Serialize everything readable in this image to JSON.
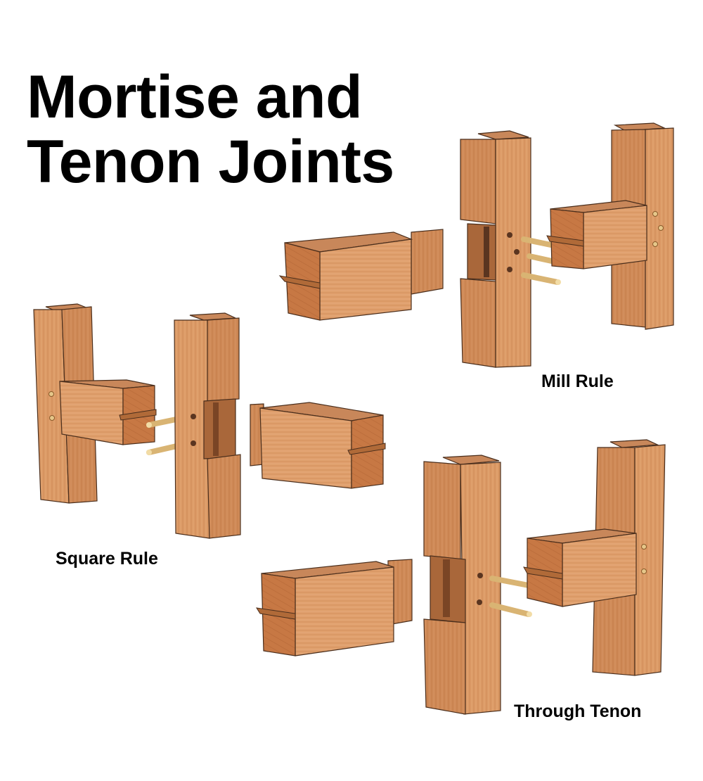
{
  "title": {
    "line1": "Mortise and",
    "line2": "Tenon Joints"
  },
  "diagrams": [
    {
      "id": "mill-rule",
      "label": "Mill Rule",
      "pegs": 3
    },
    {
      "id": "square-rule",
      "label": "Square Rule",
      "pegs": 2
    },
    {
      "id": "through-tenon",
      "label": "Through Tenon",
      "pegs": 2
    }
  ],
  "colors": {
    "wood_face": "#d9955f",
    "wood_light": "#e3a776",
    "wood_end": "#c97a45",
    "wood_top": "#c8875a",
    "outline": "#4a2e1c",
    "peg": "#e6c78a",
    "peg_end": "#f2dca6",
    "hole": "#5a3520"
  }
}
